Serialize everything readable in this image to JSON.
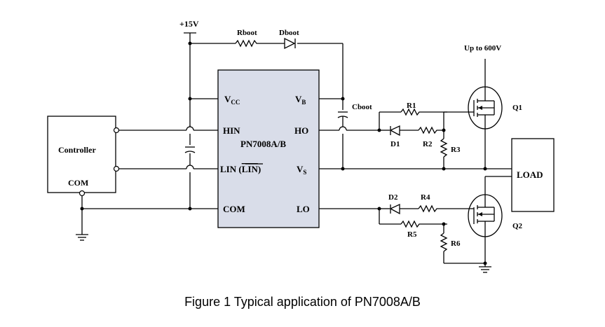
{
  "supply": {
    "label": "+15V"
  },
  "high_voltage": {
    "label": "Up to 600V"
  },
  "chip": {
    "name": "PN7008A/B",
    "pins_left": {
      "vcc": "V",
      "vcc_sub": "CC",
      "hin": "HIN",
      "lin": "LIN",
      "lin_bar": "LIN",
      "com": "COM"
    },
    "pins_right": {
      "vb": "V",
      "vb_sub": "B",
      "ho": "HO",
      "vs": "V",
      "vs_sub": "S",
      "lo": "LO"
    }
  },
  "controller": {
    "label": "Controller",
    "com_label": "COM"
  },
  "components": {
    "rboot": "Rboot",
    "dboot": "Dboot",
    "cboot": "Cboot",
    "r1": "R1",
    "r2": "R2",
    "r3": "R3",
    "r4": "R4",
    "r5": "R5",
    "r6": "R6",
    "d1": "D1",
    "d2": "D2",
    "q1": "Q1",
    "q2": "Q2"
  },
  "load": {
    "label": "LOAD"
  },
  "caption": "Figure 1 Typical application of PN7008A/B"
}
